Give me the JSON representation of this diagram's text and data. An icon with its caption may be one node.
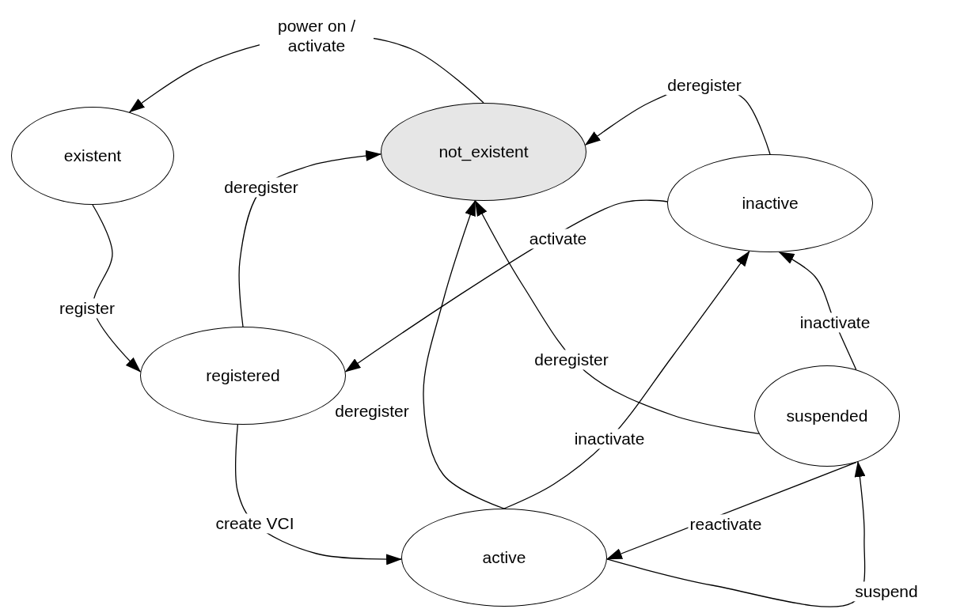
{
  "diagram": {
    "nodes": [
      {
        "text": [
          "not_existent"
        ]
      },
      {
        "text": [
          "existent"
        ]
      },
      {
        "text": [
          "inactive"
        ]
      },
      {
        "text": [
          "registered"
        ]
      },
      {
        "text": [
          "suspended"
        ]
      },
      {
        "text": [
          "active"
        ]
      }
    ],
    "edges": [
      {
        "from": 0,
        "to": 1,
        "arrow": "to",
        "label": "power on / activate"
      },
      {
        "from": 1,
        "to": 3,
        "arrow": "to",
        "label": "register"
      },
      {
        "from": 3,
        "to": 0,
        "arrow": "to",
        "label": "deregister"
      },
      {
        "from": 2,
        "to": 0,
        "arrow": "to",
        "label": "deregister"
      },
      {
        "from": 2,
        "to": 3,
        "arrow": "to",
        "label": "activate"
      },
      {
        "from": 5,
        "to": 0,
        "arrow": "to",
        "label": "deregister"
      },
      {
        "from": 5,
        "to": 2,
        "arrow": "to",
        "label": "inactivate"
      },
      {
        "from": 4,
        "to": 0,
        "arrow": "to",
        "label": "deregister"
      },
      {
        "from": 4,
        "to": 2,
        "arrow": "to",
        "label": "inactivate"
      },
      {
        "from": 3,
        "to": 5,
        "arrow": "to",
        "label": "create VCI"
      },
      {
        "from": 4,
        "to": 5,
        "arrow": "to",
        "label": "reactivate"
      },
      {
        "from": 5,
        "to": 4,
        "arrow": "to",
        "label": "suspend"
      }
    ]
  }
}
